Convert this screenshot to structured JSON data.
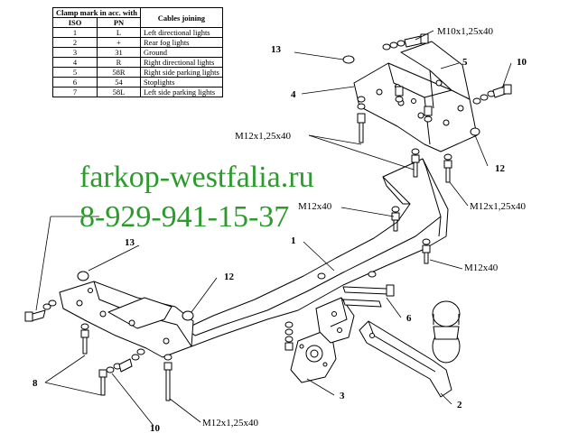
{
  "cable_table": {
    "header_clamp": "Clamp mark in acc. with",
    "header_iso": "ISO",
    "header_pn": "PN",
    "header_cables": "Cables joining",
    "rows": [
      {
        "iso": "1",
        "pn": "L",
        "cable": "Left directional lights"
      },
      {
        "iso": "2",
        "pn": "+",
        "cable": "Rear fog lights"
      },
      {
        "iso": "3",
        "pn": "31",
        "cable": "Ground"
      },
      {
        "iso": "4",
        "pn": "R",
        "cable": "Right directional lights"
      },
      {
        "iso": "5",
        "pn": "58R",
        "cable": "Right side parking lights"
      },
      {
        "iso": "6",
        "pn": "54",
        "cable": "Stoplights"
      },
      {
        "iso": "7",
        "pn": "58L",
        "cable": "Left side parking lights"
      }
    ]
  },
  "watermark": {
    "site": "farkop-westfalia.ru",
    "phone": "8-929-941-15-37"
  },
  "labels": {
    "n13_top": "13",
    "n4": "4",
    "n5": "5",
    "n10_top": "10",
    "n12_right": "12",
    "n1": "1",
    "n13_left": "13",
    "n12_mid": "12",
    "n6": "6",
    "n8": "8",
    "n10_bottom": "10",
    "n3": "3",
    "n2": "2"
  },
  "specs": {
    "m10_top": "M10x1,25x40",
    "m12_upper_left": "M12x1,25x40",
    "m12_upper_right": "M12x1,25x40",
    "m12_short_left": "M12x40",
    "m12_short_right": "M12x40",
    "m12_bottom": "M12x1,25x40"
  },
  "colors": {
    "watermark": "#2e9a2e",
    "line": "#000000",
    "fill": "#ffffff"
  }
}
